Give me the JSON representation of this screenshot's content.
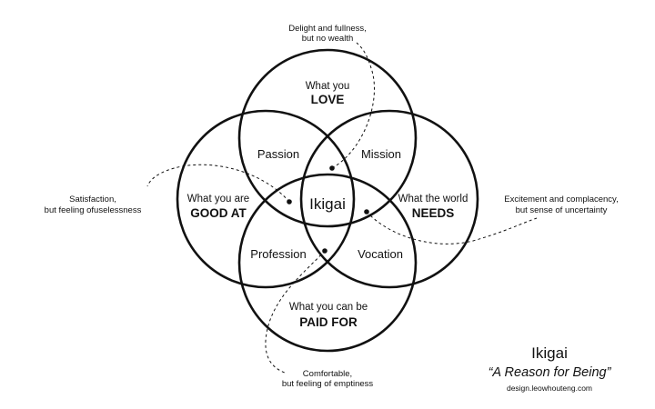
{
  "circles": {
    "love": {
      "line1": "What you",
      "line2": "LOVE"
    },
    "good_at": {
      "line1": "What you are",
      "line2": "GOOD AT"
    },
    "needs": {
      "line1": "What the world",
      "line2": "NEEDS"
    },
    "paid_for": {
      "line1": "What you can be",
      "line2": "PAID FOR"
    }
  },
  "overlaps": {
    "passion": "Passion",
    "mission": "Mission",
    "profession": "Profession",
    "vocation": "Vocation",
    "center": "Ikigai"
  },
  "annotations": {
    "top": {
      "line1": "Delight and fullness,",
      "line2": "but no wealth"
    },
    "left": {
      "line1": "Satisfaction,",
      "line2": "but feeling ofuselessness"
    },
    "right": {
      "line1": "Excitement and complacency,",
      "line2": "but sense of uncertainty"
    },
    "bottom": {
      "line1": "Comfortable,",
      "line2": "but feeling of emptiness"
    }
  },
  "title_block": {
    "title": "Ikigai",
    "subtitle": "“A Reason for Being”",
    "credit": "design.leowhouteng.com"
  },
  "colors": {
    "stroke": "#111111",
    "background": "#ffffff"
  }
}
